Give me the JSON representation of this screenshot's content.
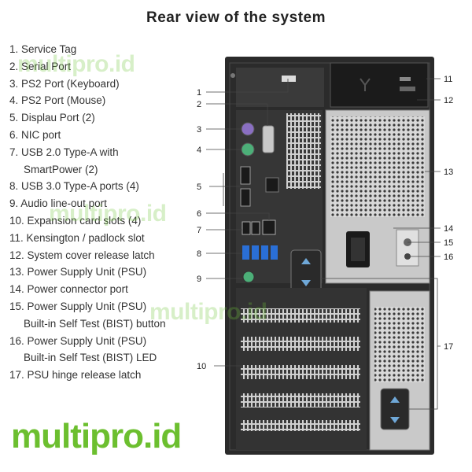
{
  "title": "Rear view of the system",
  "legend": [
    {
      "text": "1. Service Tag"
    },
    {
      "text": "2. Serial Port"
    },
    {
      "text": "3. PS2 Port (Keyboard)"
    },
    {
      "text": "4. PS2 Port (Mouse)"
    },
    {
      "text": "5. Displau Port (2)"
    },
    {
      "text": "6. NIC port"
    },
    {
      "text": "7. USB 2.0 Type-A with"
    },
    {
      "text": "SmartPower (2)"
    },
    {
      "text": "8. USB 3.0 Type-A ports (4)"
    },
    {
      "text": "9. Audio line-out port"
    },
    {
      "text": "10. Expansion card slots (4)"
    },
    {
      "text": "11. Kensington / padlock slot"
    },
    {
      "text": "12. System cover release latch"
    },
    {
      "text": "13. Power Supply Unit (PSU)"
    },
    {
      "text": "14. Power connector port"
    },
    {
      "text": "15. Power Supply  Unit (PSU)"
    },
    {
      "text": "Built-in Self Test (BIST) button"
    },
    {
      "text": "16. Power Supply Unit (PSU)"
    },
    {
      "text": "Built-in Self Test (BIST) LED"
    },
    {
      "text": "17. PSU hinge release latch"
    }
  ],
  "callouts": {
    "c1": "1",
    "c2": "2",
    "c3": "3",
    "c4": "4",
    "c5": "5",
    "c6": "6",
    "c7": "7",
    "c8": "8",
    "c9": "9",
    "c10": "10",
    "c11": "11",
    "c12": "12",
    "c13": "13",
    "c14": "14",
    "c15": "15",
    "c16": "16",
    "c17": "17"
  },
  "watermark": "multipro.id",
  "logo": "multipro.id",
  "colors": {
    "logo": "#6cbf2f",
    "case": "#2b2b2b",
    "usb3": "#2a6fd6",
    "ps2_keyboard": "#8a6fc2",
    "ps2_mouse": "#4caf78"
  }
}
